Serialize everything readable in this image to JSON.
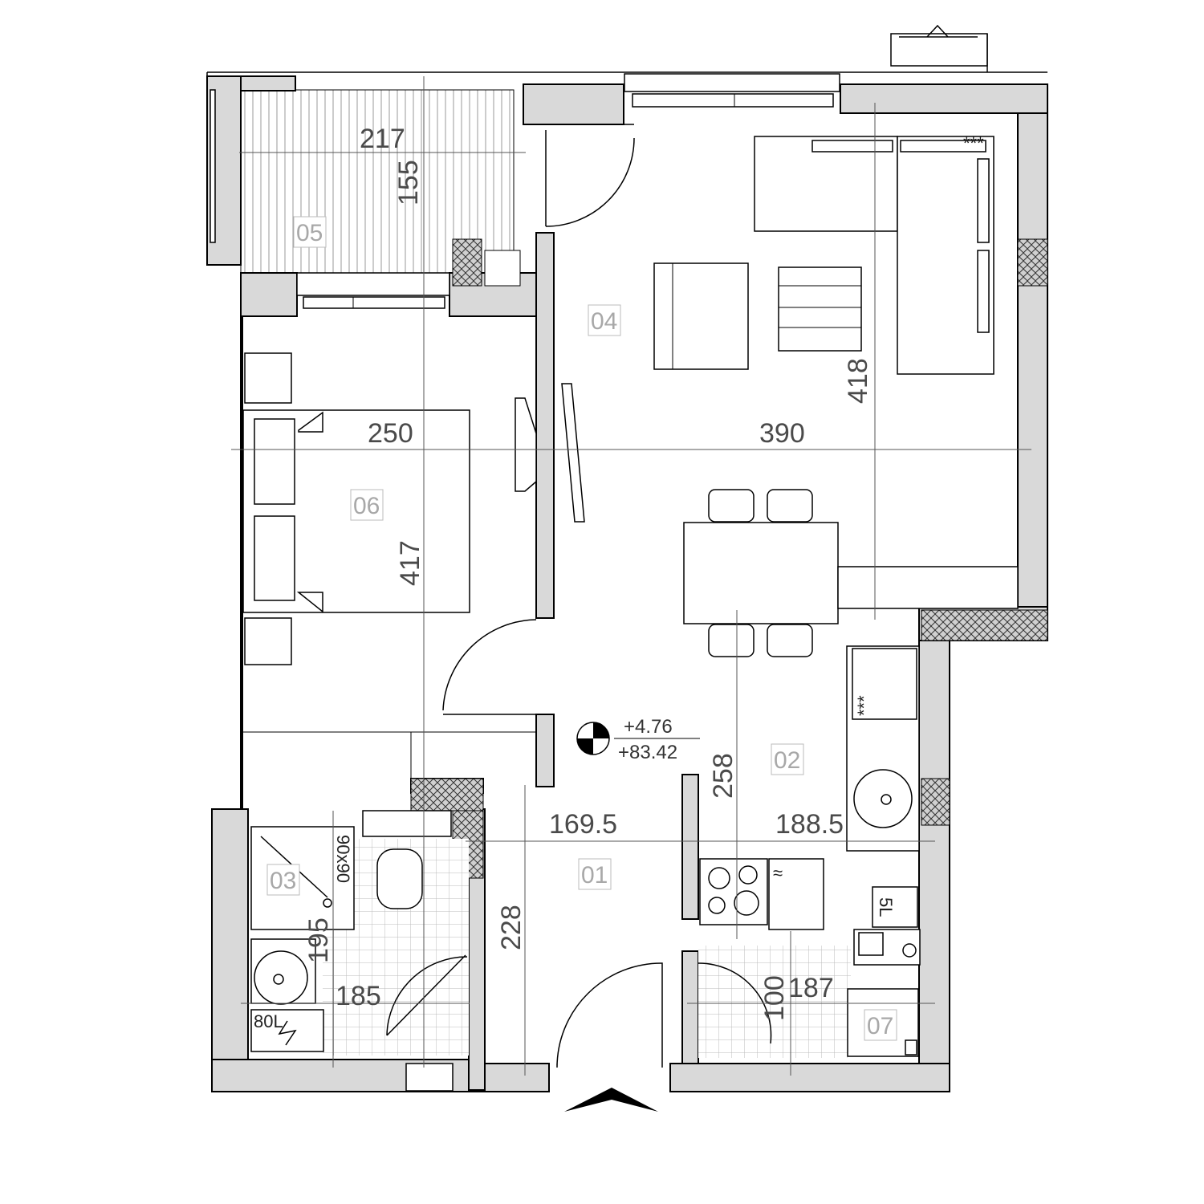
{
  "plan": {
    "rooms": [
      {
        "id": "01",
        "key": "entrance"
      },
      {
        "id": "02",
        "key": "kitchen"
      },
      {
        "id": "03",
        "key": "bathroom"
      },
      {
        "id": "04",
        "key": "living"
      },
      {
        "id": "05",
        "key": "balcony"
      },
      {
        "id": "06",
        "key": "bedroom"
      },
      {
        "id": "07",
        "key": "storage"
      }
    ],
    "room_labels": {
      "r01": "01",
      "r02": "02",
      "r03": "03",
      "r04": "04",
      "r05": "05",
      "r06": "06",
      "r07": "07"
    },
    "dimensions": {
      "balcony_w": "217",
      "balcony_h": "155",
      "bedroom_w": "250",
      "bedroom_h": "417",
      "living_w": "390",
      "living_h": "418",
      "kitchen_h": "258",
      "hall_w": "169.5",
      "kitchen_w": "188.5",
      "entrance_h": "228",
      "bath_h": "195",
      "bath_w": "185",
      "storage_h": "100",
      "storage_w": "187"
    },
    "level": {
      "relative": "+4.76",
      "absolute": "+83.42"
    },
    "fixtures": {
      "boiler": "80L",
      "shower": "90x90",
      "heater": "5L",
      "stove": "***",
      "fridge": "≈",
      "tv": "***"
    },
    "colors": {
      "wall": "#d9d9d9",
      "line": "#000000",
      "dim_text": "#4a4a4a",
      "room_text": "#a8a8a8"
    }
  }
}
